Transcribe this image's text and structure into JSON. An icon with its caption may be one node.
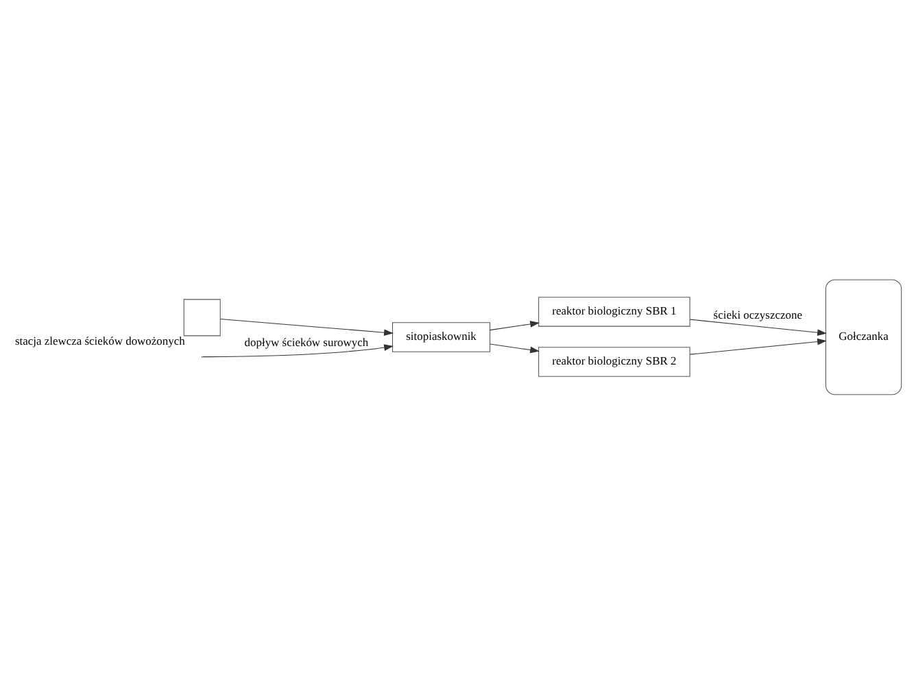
{
  "diagram": {
    "nodes": [
      {
        "text": [],
        "shape": "box",
        "beside": [
          "stacja zlewcza ścieków dowożonych"
        ]
      },
      {
        "text": [
          "sitopiaskownik"
        ]
      },
      {
        "text": [
          "reaktor biologiczny SBR 1"
        ]
      },
      {
        "text": [
          "reaktor biologiczny SBR 2"
        ]
      },
      {
        "text": [
          "Gołczanka"
        ]
      }
    ],
    "edges": [
      {
        "from": 0,
        "to": 1,
        "arrow": "to"
      },
      {
        "from": null,
        "to": 1,
        "arrow": "to",
        "label": "dopływ ścieków surowych"
      },
      {
        "from": 1,
        "to": 2,
        "arrow": "to"
      },
      {
        "from": 1,
        "to": 3,
        "arrow": "to"
      },
      {
        "from": 2,
        "to": 4,
        "arrow": "to",
        "label": "ścieki oczyszczone"
      },
      {
        "from": 3,
        "to": 4,
        "arrow": "to"
      }
    ]
  }
}
